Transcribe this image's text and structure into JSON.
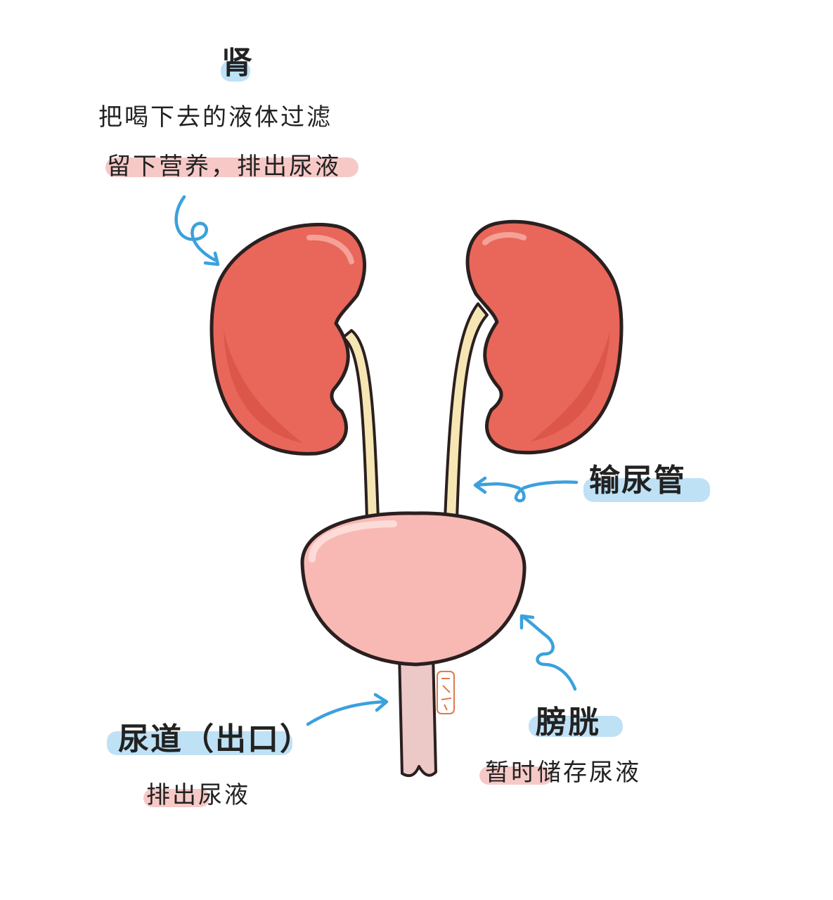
{
  "labels": {
    "kidney": {
      "title": "肾",
      "line1": "把喝下去的液体过滤",
      "line2": "留下营养，排出尿液"
    },
    "ureter": {
      "title": "输尿管"
    },
    "bladder": {
      "title": "膀胱",
      "desc": "暂时储存尿液"
    },
    "urethra": {
      "title": "尿道（出口）",
      "desc": "排出尿液"
    }
  },
  "colors": {
    "kidney": "#e8675a",
    "kidney_shadow": "#d4483e",
    "ureter": "#f6e6b4",
    "bladder": "#f8b9b4",
    "urethra": "#ecc8c6",
    "outline": "#2b1f1f",
    "arrow": "#3aa1dd",
    "highlight_blue": "#bfe1f5",
    "highlight_pink": "#f6c9c7"
  }
}
